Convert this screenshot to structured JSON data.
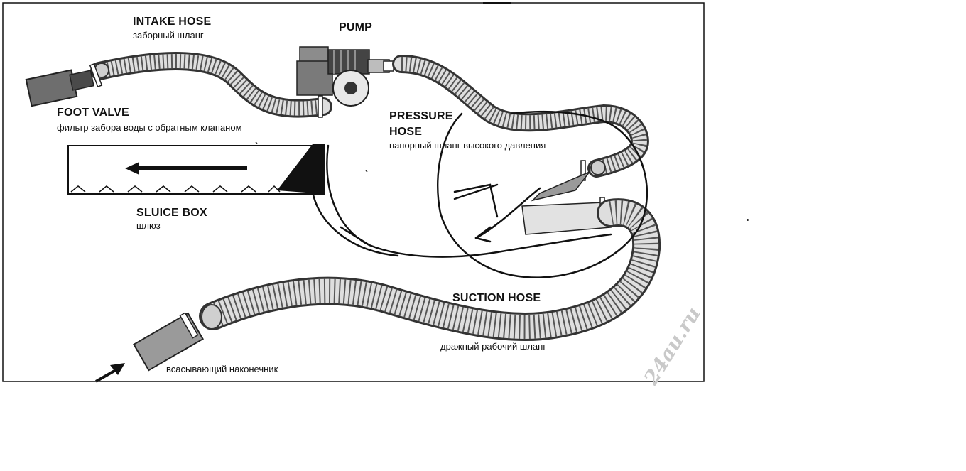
{
  "labels": {
    "intake_hose": {
      "en": "INTAKE HOSE",
      "ru": "заборный шланг"
    },
    "pump": {
      "en": "PUMP"
    },
    "foot_valve": {
      "en": "FOOT VALVE",
      "ru": "фильтр забора воды с обратным клапаном"
    },
    "pressure_hose": {
      "en_line1": "PRESSURE",
      "en_line2": "HOSE",
      "ru": "напорный шланг высокого давления"
    },
    "sluice_box": {
      "en": "SLUICE BOX",
      "ru": "шлюз"
    },
    "suction_hose": {
      "en": "SUCTION HOSE",
      "ru": "дражный рабочий шланг"
    },
    "suction_nozzle": {
      "ru": "всасывающий наконечник"
    }
  },
  "watermark": "24au.ru",
  "colors": {
    "ink": "#111111",
    "hose_fill": "#d8d8d8",
    "hose_ring": "#555555",
    "part_gray": "#8a8a8a",
    "dark_gray": "#4a4a4a",
    "watermark": "#c9c9c9"
  },
  "icons": [
    "flow-arrow-icon",
    "nozzle-inlet-arrow-icon"
  ]
}
